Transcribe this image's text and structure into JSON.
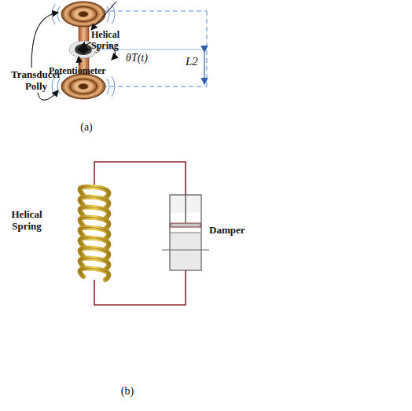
{
  "diagram": {
    "labels": [
      "Transducer Polly",
      "Helical Spring",
      "Potentiometer",
      "θT(t)",
      "L2",
      "(a)",
      "Helical Spring",
      "Damper",
      "(b)"
    ]
  }
}
